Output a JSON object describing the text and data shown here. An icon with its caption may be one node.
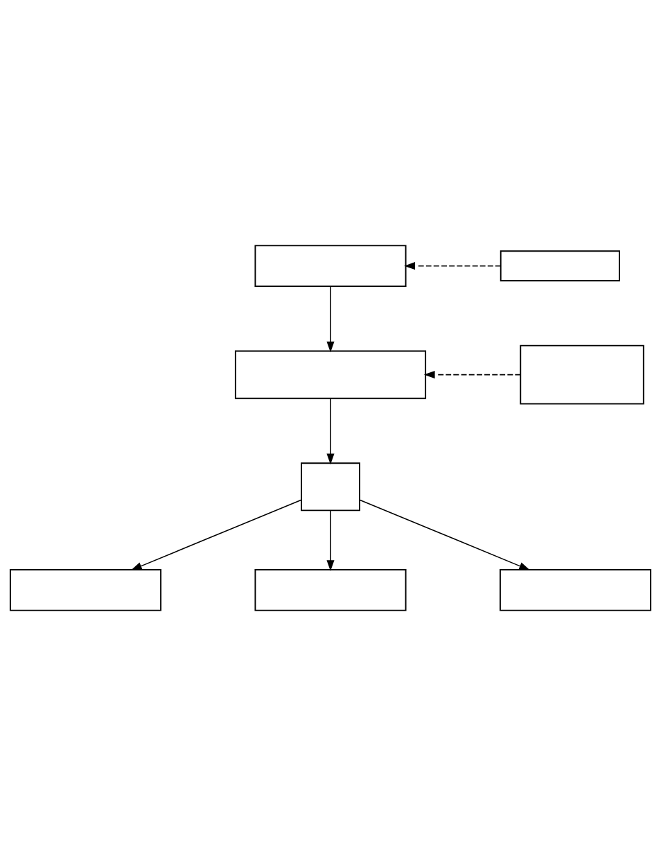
{
  "diagram": {
    "nodes": [
      {
        "text": [],
        "shape": "box"
      },
      {
        "text": [],
        "shape": "box"
      },
      {
        "text": [],
        "shape": "box"
      },
      {
        "text": [],
        "shape": "box"
      },
      {
        "text": [],
        "shape": "box"
      },
      {
        "text": [],
        "shape": "box"
      },
      {
        "text": [],
        "shape": "box"
      },
      {
        "text": [],
        "shape": "box"
      }
    ],
    "edges": [
      {
        "from": 1,
        "to": 0,
        "arrow": "to",
        "style": "dashed"
      },
      {
        "from": 0,
        "to": 2,
        "arrow": "to"
      },
      {
        "from": 3,
        "to": 2,
        "arrow": "to",
        "style": "dashed"
      },
      {
        "from": 2,
        "to": 4,
        "arrow": "to"
      },
      {
        "from": 4,
        "to": 5,
        "arrow": "to"
      },
      {
        "from": 4,
        "to": 6,
        "arrow": "to"
      },
      {
        "from": 4,
        "to": 7,
        "arrow": "to"
      }
    ]
  }
}
